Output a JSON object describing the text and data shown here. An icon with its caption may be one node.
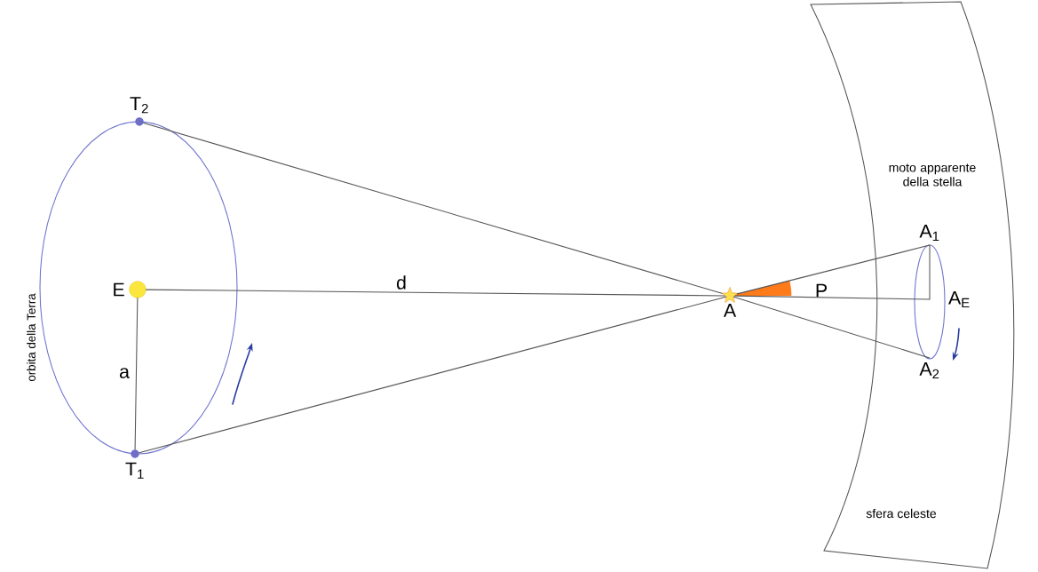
{
  "diagram": {
    "nodes": [
      {
        "text": [
          "T$_{2}$"
        ]
      },
      {
        "text": [
          "E"
        ]
      },
      {
        "text": [
          "T$_{1}$"
        ]
      },
      {
        "text": [
          "A"
        ]
      },
      {
        "text": [
          "A$_{1}$"
        ]
      },
      {
        "text": [
          "A$_{E}$"
        ]
      },
      {
        "text": [
          "A$_{2}$"
        ]
      }
    ],
    "edges": [
      {
        "from": 0,
        "to": 3,
        "arrow": "none"
      },
      {
        "from": 1,
        "to": 3,
        "arrow": "none",
        "label": "d"
      },
      {
        "from": 2,
        "to": 3,
        "arrow": "none"
      },
      {
        "from": 1,
        "to": 2,
        "arrow": "none",
        "label": "a"
      },
      {
        "from": 3,
        "to": 4,
        "arrow": "none"
      },
      {
        "from": 3,
        "to": 5,
        "arrow": "none"
      },
      {
        "from": 3,
        "to": 6,
        "arrow": "none"
      },
      {
        "from": 4,
        "to": 5,
        "arrow": "none"
      }
    ],
    "labels": [
      "orbita della Terra",
      "P",
      "moto apparente della stella",
      "sfera celeste"
    ]
  }
}
